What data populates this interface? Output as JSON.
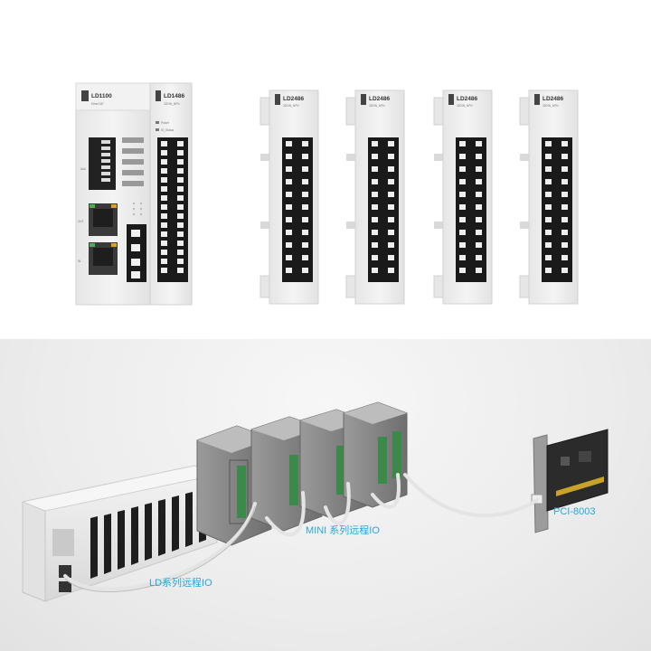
{
  "modules": {
    "coupler": {
      "model": "LD1100",
      "sub": "EtherCAT",
      "ports": [
        "IN",
        "OUT"
      ],
      "dip_label": "Add"
    },
    "io_attached": {
      "model": "LD1486",
      "sub": "32DIN_NPN"
    },
    "io_separate": [
      {
        "model": "LD2486",
        "sub": "32DIN_NPN"
      },
      {
        "model": "LD2486",
        "sub": "32DIN_NPN"
      },
      {
        "model": "LD2486",
        "sub": "32DIN_NPN"
      },
      {
        "model": "LD2486",
        "sub": "32DIN_NPN"
      }
    ],
    "led_labels": [
      "Power",
      "IO_Status"
    ]
  },
  "labels": {
    "ld_series": "LD系列远程IO",
    "mini_series": "MINI 系列远程IO",
    "pci_card": "PCI-8003"
  },
  "colors": {
    "module_body": "#efefef",
    "terminal_black": "#1a1a1a",
    "cable": "#e8e8e8",
    "label_blue": "#2aa6dc",
    "mini_green": "#3c8a4a",
    "pcb": "#2b2b2b"
  }
}
